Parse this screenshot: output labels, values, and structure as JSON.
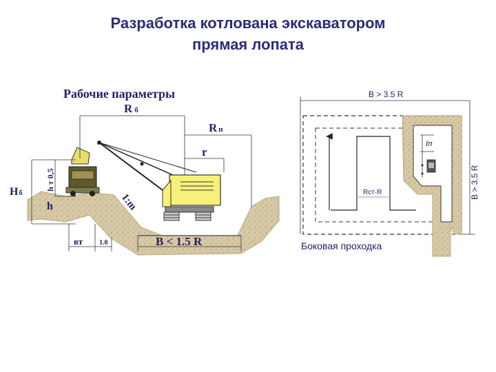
{
  "title": {
    "line1": "Разработка котлована экскаватором",
    "line2": "прямая лопата"
  },
  "left_diagram": {
    "heading": "Рабочие параметры",
    "labels": {
      "R_b": "R",
      "R_b_sub": "б",
      "R_p": "R",
      "R_p_sub": "п",
      "r": "r",
      "H_b": "H",
      "H_b_sub": "б",
      "h_t": "h т 0,5",
      "h": "h",
      "slope": "1:m",
      "b_t": "вт",
      "dist": "1.0",
      "width": "B < 1.5 R"
    }
  },
  "right_diagram": {
    "top_width": "B > 3.5 R",
    "side_width": "B > 3.5 R",
    "turn_radius": "Rст·R",
    "l_n": "ℓп",
    "caption": "Боковая проходка"
  },
  "colors": {
    "title": "#2b2b78",
    "label": "#1f1f66",
    "soil": "#d8c9a6",
    "machine": "#f7f07a"
  }
}
